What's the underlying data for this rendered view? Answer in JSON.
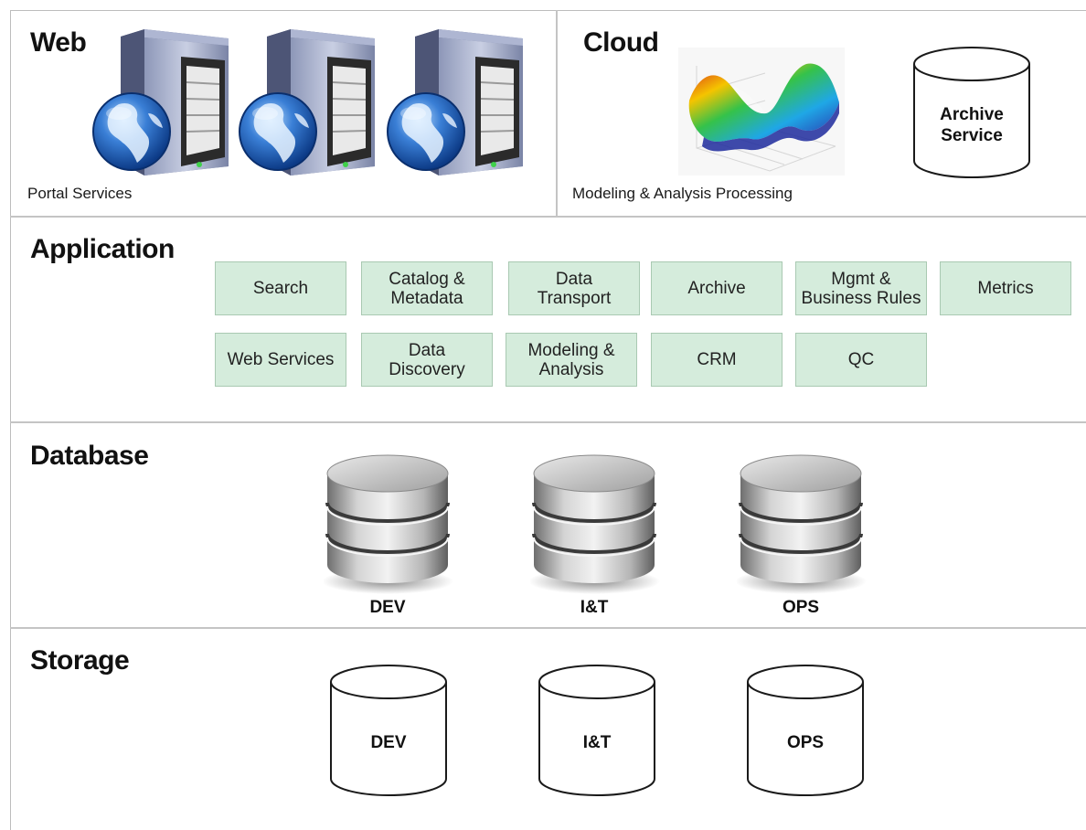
{
  "web": {
    "title": "Web",
    "caption": "Portal Services",
    "icons": [
      "web-server-globe-icon",
      "web-server-globe-icon",
      "web-server-globe-icon"
    ]
  },
  "cloud": {
    "title": "Cloud",
    "caption": "Modeling & Analysis Processing",
    "plot_icon": "3d-surface-plot-icon",
    "archive_label": "Archive\nService"
  },
  "application": {
    "title": "Application",
    "boxes_row1": [
      "Search",
      "Catalog &\nMetadata",
      "Data\nTransport",
      "Archive",
      "Mgmt &\nBusiness Rules",
      "Metrics"
    ],
    "boxes_row2": [
      "Web Services",
      "Data\nDiscovery",
      "Modeling &\nAnalysis",
      "CRM",
      "QC"
    ],
    "box_color": "#d5ecdc"
  },
  "database": {
    "title": "Database",
    "items": [
      {
        "label": "DEV",
        "icon": "database-stack-icon"
      },
      {
        "label": "I&T",
        "icon": "database-stack-icon"
      },
      {
        "label": "OPS",
        "icon": "database-stack-icon"
      }
    ]
  },
  "storage": {
    "title": "Storage",
    "items": [
      {
        "label": "DEV",
        "icon": "storage-cylinder-icon"
      },
      {
        "label": "I&T",
        "icon": "storage-cylinder-icon"
      },
      {
        "label": "OPS",
        "icon": "storage-cylinder-icon"
      }
    ]
  }
}
